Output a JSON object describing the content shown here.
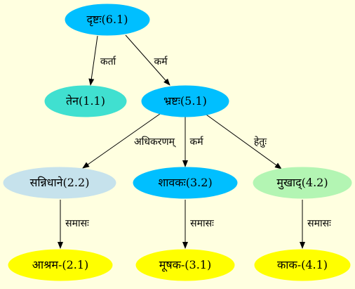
{
  "graph": {
    "background": "#ffffe0",
    "nodes": [
      {
        "id": "n61",
        "label": "दृष्टः(6.1)",
        "fill": "#00bfff",
        "text_color": "#000000"
      },
      {
        "id": "n11",
        "label": "तेन(1.1)",
        "fill": "#40e0d0",
        "text_color": "#000000"
      },
      {
        "id": "n51",
        "label": "भ्रष्टः(5.1)",
        "fill": "#00bfff",
        "text_color": "#000000"
      },
      {
        "id": "n22",
        "label": "सन्निधाने(2.2)",
        "fill": "#c6e2ec",
        "text_color": "#000000"
      },
      {
        "id": "n32",
        "label": "शावकः(3.2)",
        "fill": "#00bfff",
        "text_color": "#000000"
      },
      {
        "id": "n42",
        "label": "मुखाद्(4.2)",
        "fill": "#b3f5b3",
        "text_color": "#000000"
      },
      {
        "id": "n21",
        "label": "आश्रम-(2.1)",
        "fill": "#ffff00",
        "text_color": "#000000"
      },
      {
        "id": "n31",
        "label": "मूषक-(3.1)",
        "fill": "#ffff00",
        "text_color": "#000000"
      },
      {
        "id": "n41",
        "label": "काक-(4.1)",
        "fill": "#ffff00",
        "text_color": "#000000"
      }
    ],
    "edges": [
      {
        "from": "n61",
        "to": "n11",
        "label": "कर्ता"
      },
      {
        "from": "n61",
        "to": "n51",
        "label": "कर्म"
      },
      {
        "from": "n51",
        "to": "n22",
        "label": "अधिकरणम्"
      },
      {
        "from": "n51",
        "to": "n32",
        "label": "कर्म"
      },
      {
        "from": "n51",
        "to": "n42",
        "label": "हेतुः"
      },
      {
        "from": "n22",
        "to": "n21",
        "label": "समासः"
      },
      {
        "from": "n32",
        "to": "n31",
        "label": "समासः"
      },
      {
        "from": "n42",
        "to": "n41",
        "label": "समासः"
      }
    ]
  }
}
